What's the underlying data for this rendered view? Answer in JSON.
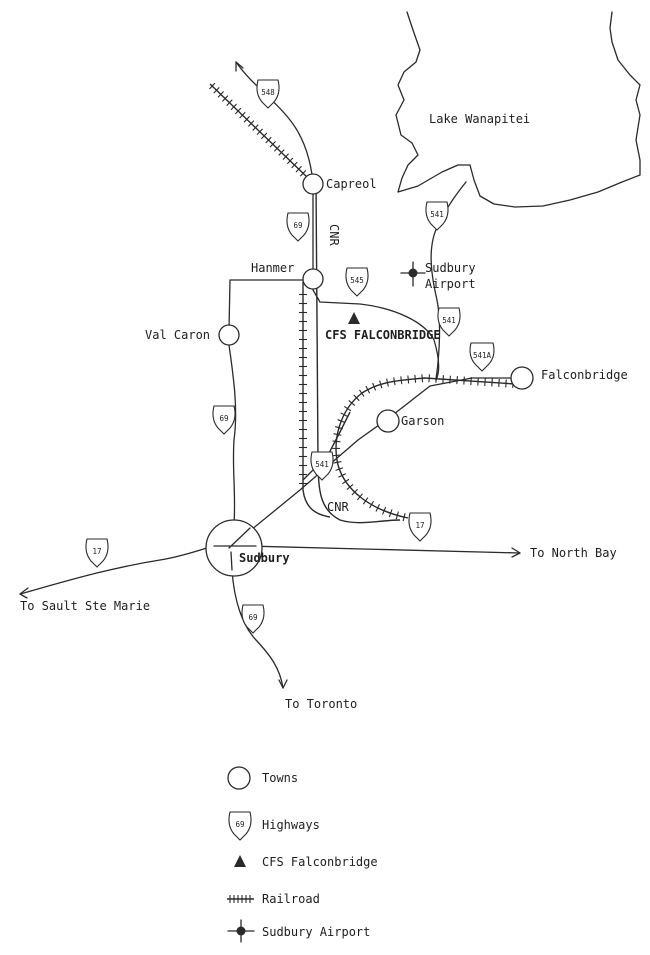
{
  "labels": {
    "lake": "Lake Wanapitei",
    "capreol": "Capreol",
    "hanmer": "Hanmer",
    "val_caron": "Val Caron",
    "sudbury_airport_1": "Sudbury",
    "sudbury_airport_2": "Airport",
    "cfs": "CFS FALCONBRIDGE",
    "falconbridge": "Falconbridge",
    "garson": "Garson",
    "sudbury": "Sudbury",
    "cnr_vertical": "CNR",
    "cnr_horizontal": "CNR",
    "to_north_bay": "To North Bay",
    "to_sault": "To Sault Ste Marie",
    "to_toronto": "To Toronto"
  },
  "highways": {
    "h548": "548",
    "h69_north": "69",
    "h545": "545",
    "h541_north": "541",
    "h541_mid": "541",
    "h541a": "541A",
    "h69_west": "69",
    "h541_south": "541",
    "h17_east": "17",
    "h17_west": "17",
    "h69_south": "69"
  },
  "legend": {
    "towns": "Towns",
    "highways": "Highways",
    "highway_sample": "69",
    "cfs": "CFS Falconbridge",
    "railroad": "Railroad",
    "airport": "Sudbury Airport"
  },
  "colors": {
    "ink": "#2a2a2a",
    "paper": "#ffffff"
  }
}
